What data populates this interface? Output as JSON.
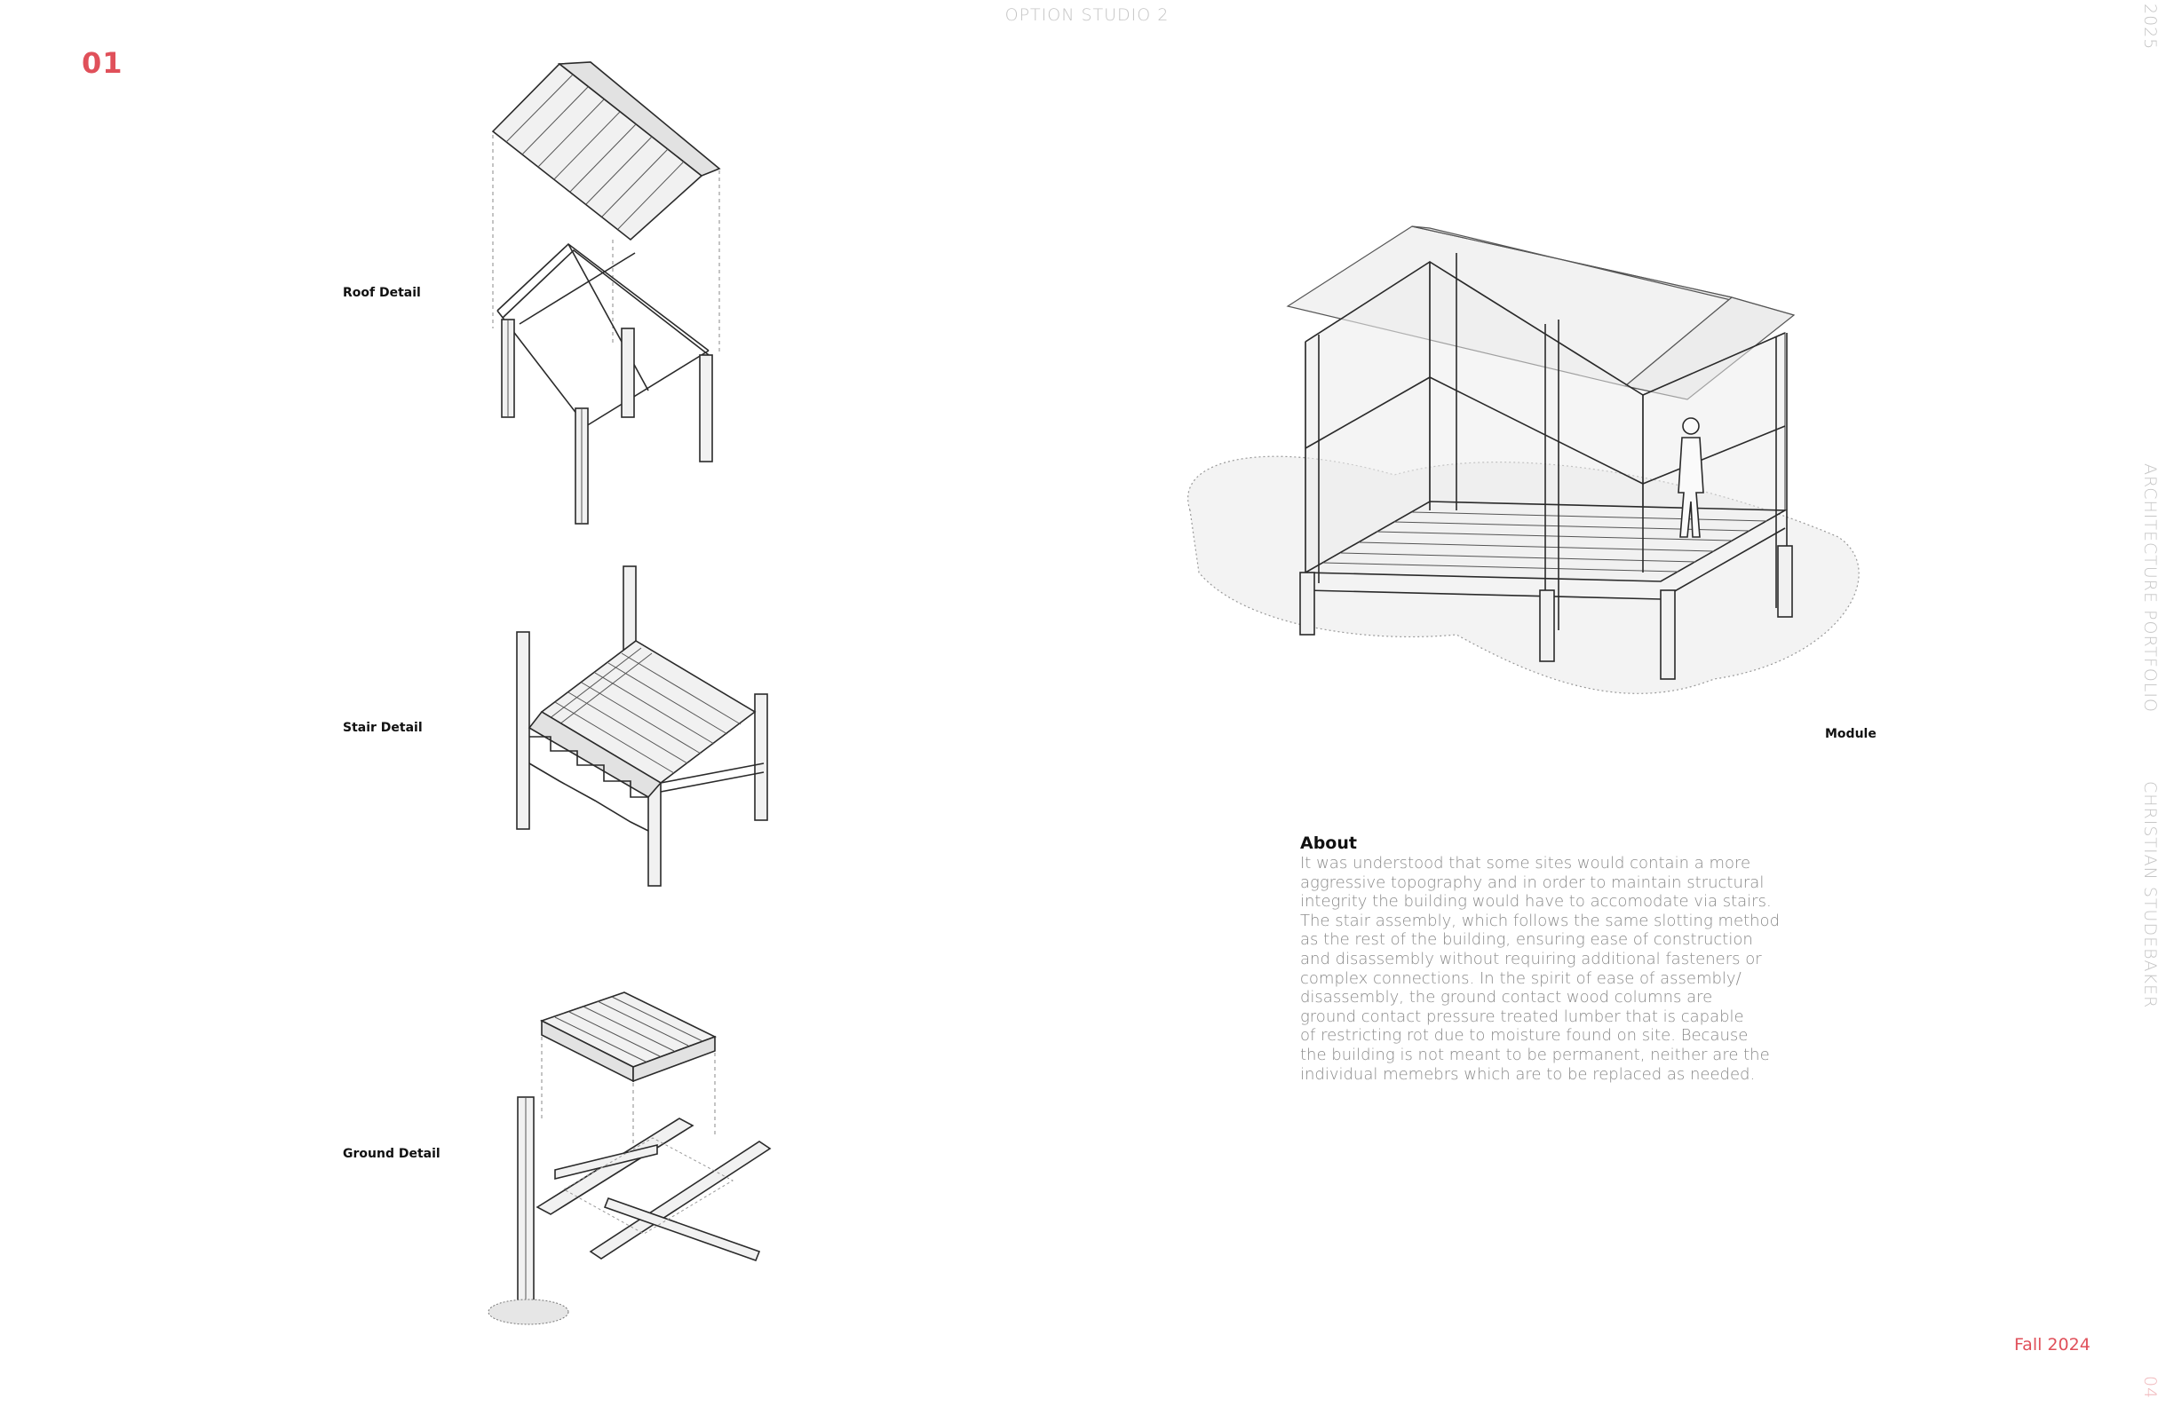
{
  "header": {
    "title": "OPTION STUDIO 2"
  },
  "page_number": "01",
  "sidebar": {
    "year": "2025",
    "section": "ARCHITECTURE PORTFOLIO",
    "author": "CHRISTIAN STUDEBAKER",
    "page": "04"
  },
  "details": {
    "roof": "Roof Detail",
    "stair": "Stair Detail",
    "ground": "Ground Detail"
  },
  "module": {
    "label": "Module"
  },
  "about": {
    "title": "About",
    "body": "It was understood that some sites would contain a more\naggressive topography and in order to maintain structural\nintegrity the building would have to accomodate via stairs.\nThe stair assembly, which follows the same slotting method\nas the rest of the building, ensuring ease of construction\nand disassembly without requiring additional fasteners or\ncomplex connections.  In the spirit of ease of assembly/\ndisassembly, the ground contact wood columns are\nground contact pressure treated lumber that is capable\nof restricting rot due to moisture found on site. Because\nthe building is not meant to be permanent, neither are the\nindividual memebrs which are to be replaced as needed."
  },
  "footer": {
    "term": "Fall 2024"
  },
  "icons": {
    "roof": "roof-detail-drawing",
    "stair": "stair-detail-drawing",
    "ground": "ground-detail-drawing",
    "module": "module-axonometric-drawing"
  },
  "colors": {
    "accent": "#e0505a",
    "muted": "#c4c4c4",
    "body_text": "#8a8a8a"
  }
}
